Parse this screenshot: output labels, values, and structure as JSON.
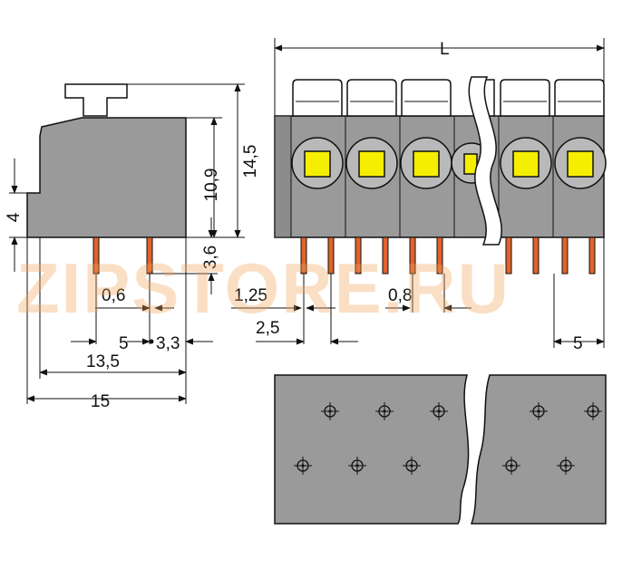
{
  "watermark": "ZIPSTORE.RU",
  "colors": {
    "housing": "#9a9a9a",
    "housing_dark": "#7d7d7d",
    "button": "#f6ee00",
    "pin": "#e0632a",
    "line": "#111111",
    "cap": "#ffffff"
  },
  "labels": {
    "L": "L",
    "h14_5": "14,5",
    "h10_9": "10,9",
    "h4": "4",
    "h3_6": "3,6",
    "w0_6": "0,6",
    "w5_left": "5",
    "w3_3": "3,3",
    "w13_5": "13,5",
    "w15": "15",
    "w1_25": "1,25",
    "w2_5": "2,5",
    "w0_8": "0,8",
    "w5_right": "5"
  }
}
